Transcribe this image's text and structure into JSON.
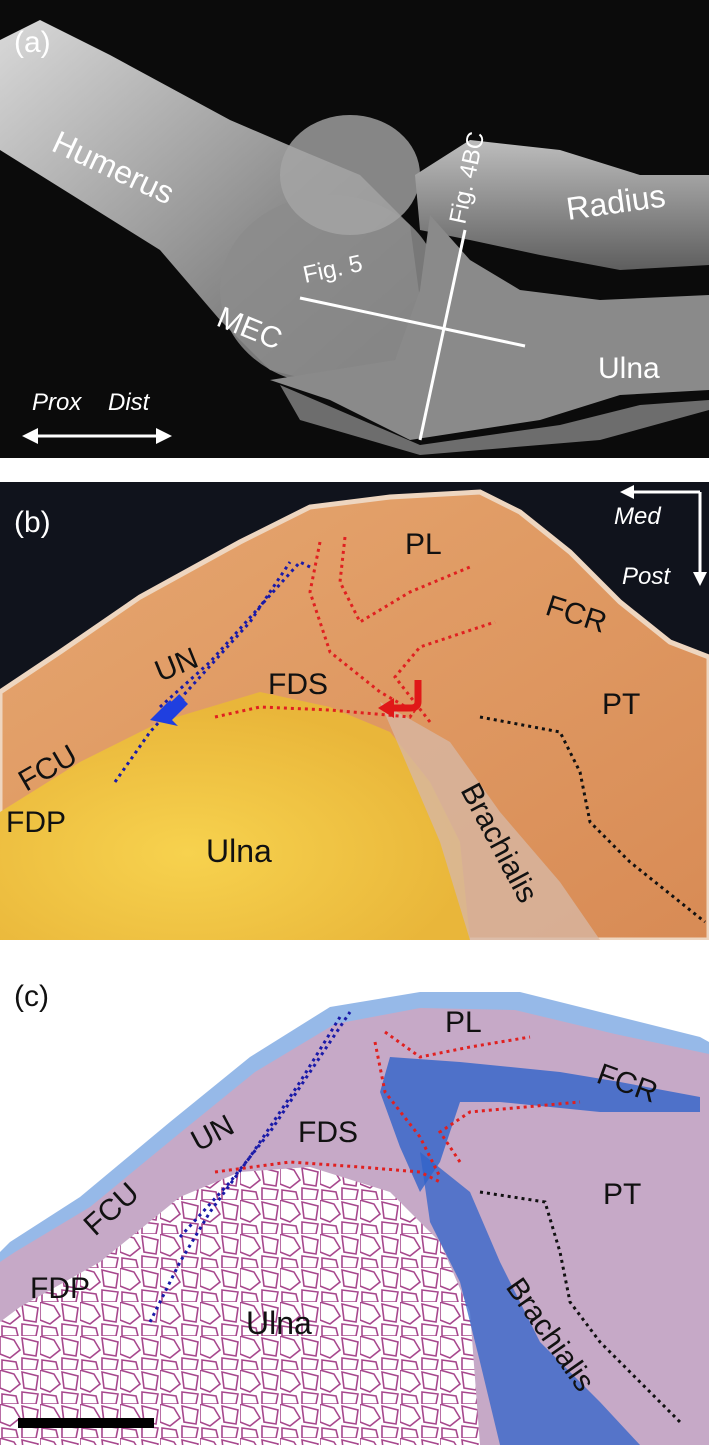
{
  "panel_a": {
    "letter": "(a)",
    "humerus": "Humerus",
    "radius": "Radius",
    "mec": "MEC",
    "ulna": "Ulna",
    "fig5": "Fig. 5",
    "fig4bc": "Fig. 4BC",
    "prox": "Prox",
    "dist": "Dist"
  },
  "panel_b": {
    "letter": "(b)",
    "med": "Med",
    "post": "Post",
    "pl": "PL",
    "fcr": "FCR",
    "un": "UN",
    "fds": "FDS",
    "pt": "PT",
    "fcu": "FCU",
    "fdp": "FDP",
    "ulna": "Ulna",
    "brachialis": "Brachialis"
  },
  "panel_c": {
    "letter": "(c)",
    "pl": "PL",
    "fcr": "FCR",
    "un": "UN",
    "fds": "FDS",
    "pt": "PT",
    "fcu": "FCU",
    "fdp": "FDP",
    "ulna": "Ulna",
    "brachialis": "Brachialis"
  },
  "colors": {
    "nerve_outline": "#1a1aa8",
    "muscle_outline": "#e02020",
    "brachialis_outline": "#111111",
    "arrow_blue": "#1f3fe0",
    "arrow_red": "#e01818"
  }
}
